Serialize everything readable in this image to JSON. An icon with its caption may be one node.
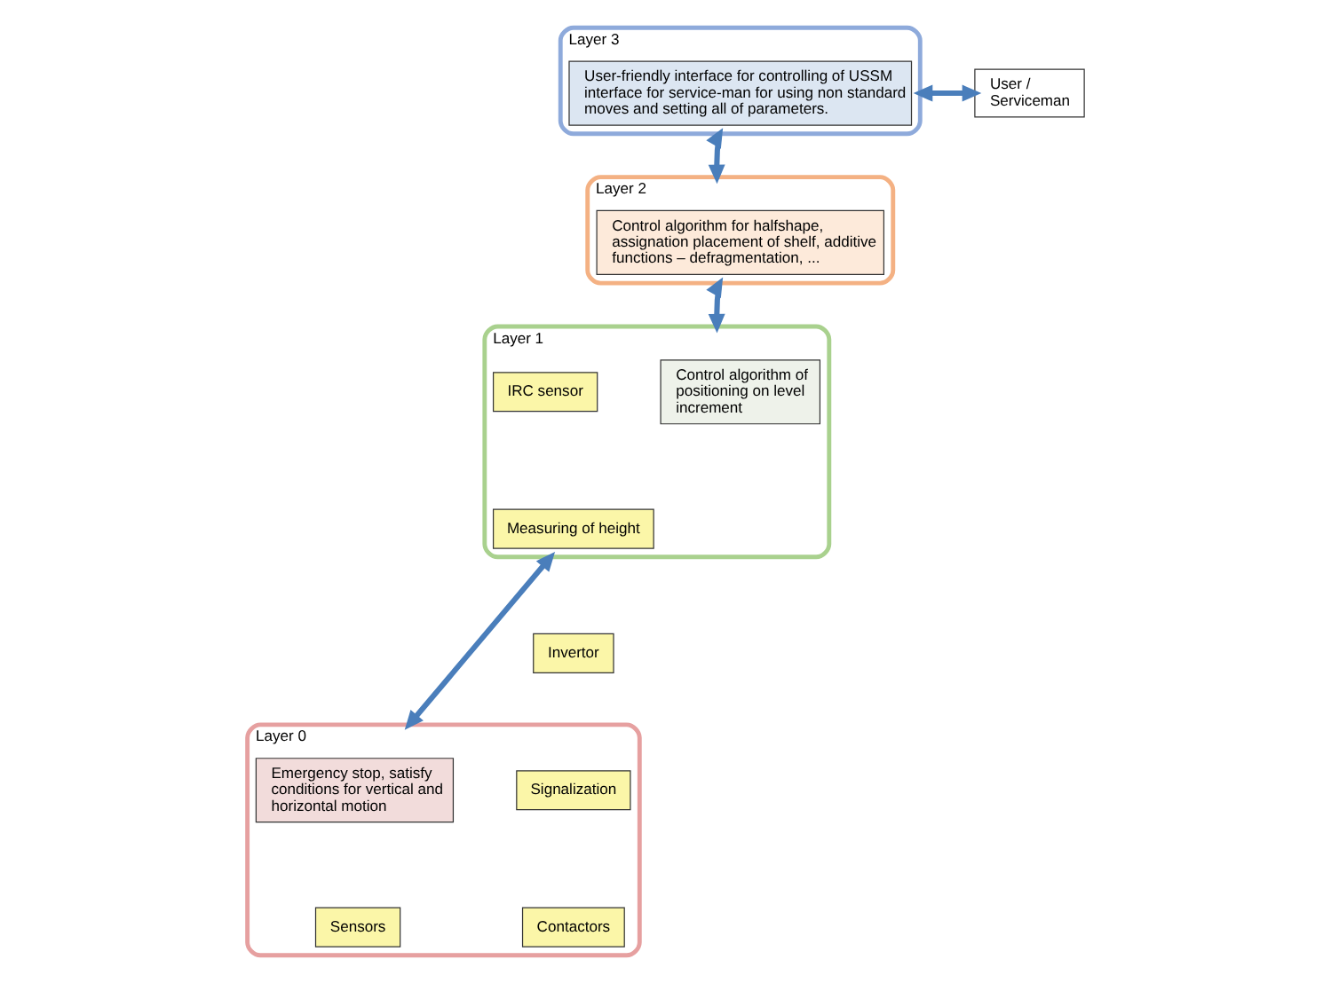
{
  "diagram": {
    "nodes": [
      {
        "text": [
          "Layer 3"
        ]
      },
      {
        "text": [
          "User-friendly interface for controlling of USSM interface for service-man for using non standard moves and setting all of parameters."
        ],
        "in": 0
      },
      {
        "text": [
          "User / Serviceman"
        ]
      },
      {
        "text": [
          "Layer 2"
        ]
      },
      {
        "text": [
          "Control algorithm for halfshape, assignation placement of shelf, additive functions – defragmentation, ..."
        ],
        "in": 3
      },
      {
        "text": [
          "Layer 1"
        ]
      },
      {
        "text": [
          "Control algorithm of positioning on level increment"
        ],
        "in": 5
      },
      {
        "text": [
          "IRC sensor"
        ],
        "in": 5
      },
      {
        "text": [
          "Measuring of height"
        ],
        "in": 5
      },
      {
        "text": [
          "Layer 0"
        ]
      },
      {
        "text": [
          "Emergency stop, satisfy conditions for vertical and horizontal motion"
        ],
        "in": 9
      },
      {
        "text": [
          "Invertor"
        ]
      },
      {
        "text": [
          "Signalization"
        ],
        "in": 9
      },
      {
        "text": [
          "Contactors"
        ],
        "in": 9
      },
      {
        "text": [
          "Sensors"
        ],
        "in": 9
      }
    ],
    "edges": [
      {
        "from": 0,
        "to": 2,
        "arrow": "both"
      },
      {
        "from": 0,
        "to": 3,
        "arrow": "both"
      },
      {
        "from": 3,
        "to": 5,
        "arrow": "both"
      },
      {
        "from": 5,
        "to": 9,
        "arrow": "both"
      }
    ]
  }
}
